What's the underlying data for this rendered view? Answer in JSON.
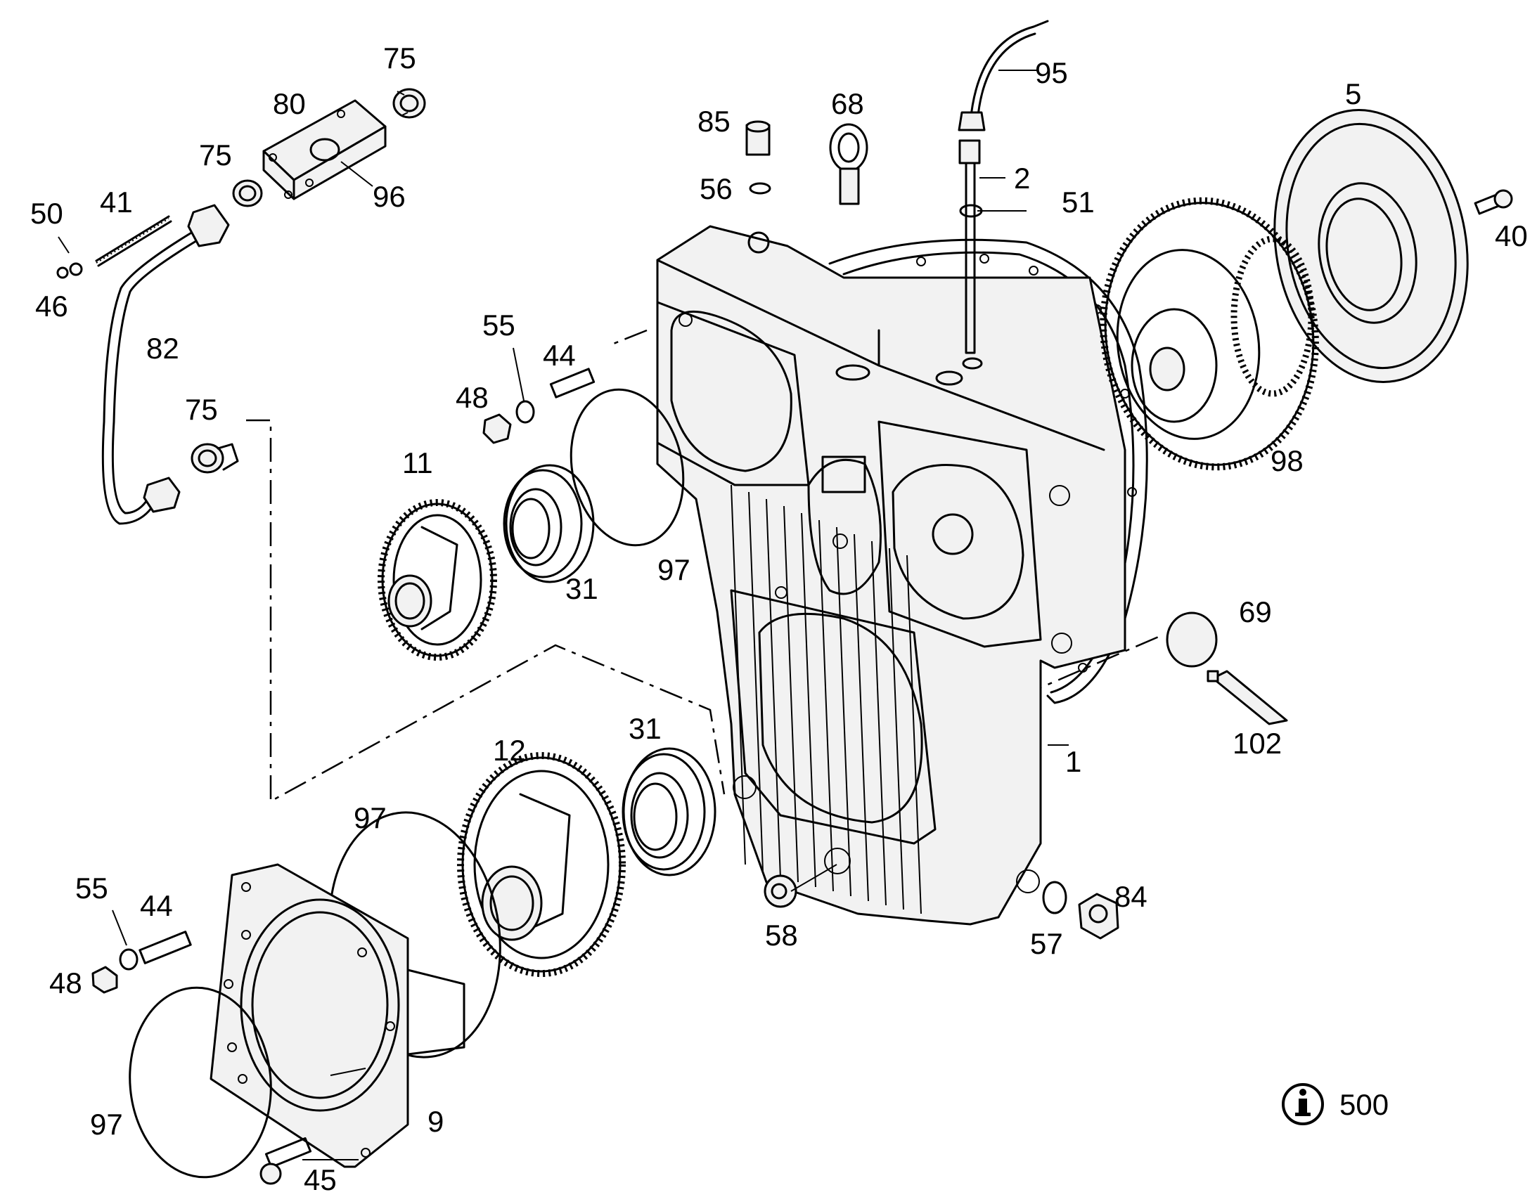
{
  "callouts": {
    "p1": "1",
    "p2": "2",
    "p5": "5",
    "p9": "9",
    "p11": "11",
    "p12": "12",
    "p31a": "31",
    "p31b": "31",
    "p40": "40",
    "p41": "41",
    "p44a": "44",
    "p44b": "44",
    "p45": "45",
    "p46": "46",
    "p48a": "48",
    "p48b": "48",
    "p50": "50",
    "p51": "51",
    "p55a": "55",
    "p55b": "55",
    "p56": "56",
    "p57": "57",
    "p58": "58",
    "p68": "68",
    "p69": "69",
    "p75a": "75",
    "p75b": "75",
    "p75c": "75",
    "p80": "80",
    "p82": "82",
    "p84": "84",
    "p85": "85",
    "p95": "95",
    "p96": "96",
    "p97a": "97",
    "p97b": "97",
    "p97c": "97",
    "p98": "98",
    "p102": "102"
  },
  "info": {
    "icon": "info-icon",
    "number": "500"
  }
}
